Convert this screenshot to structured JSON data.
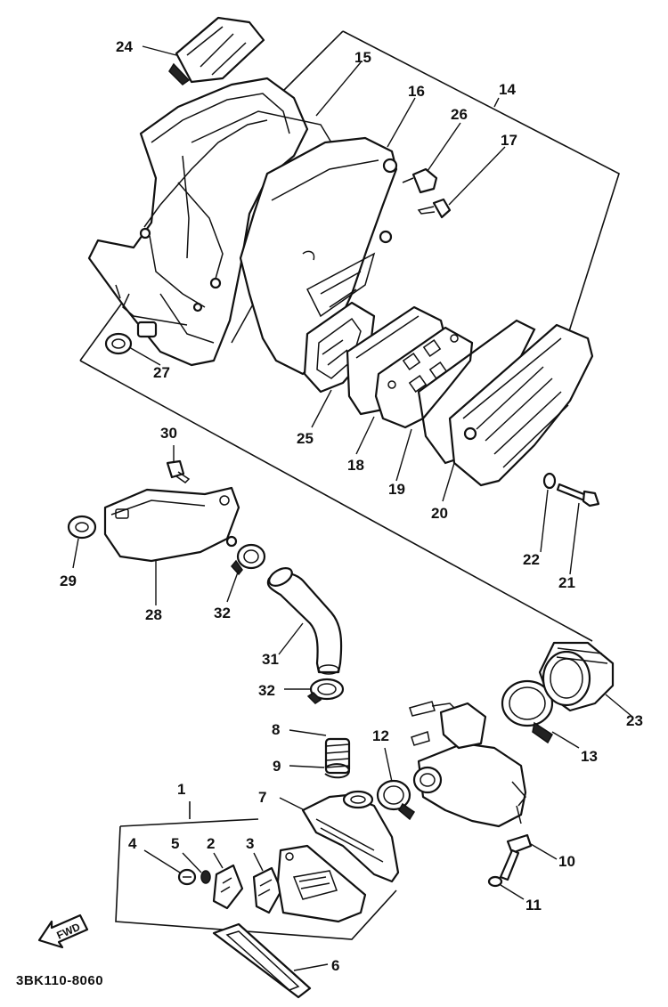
{
  "diagram": {
    "catalog_code": "3BK110-8060",
    "direction_marker": "FWD",
    "part_numbers": {
      "p1": "1",
      "p2": "2",
      "p3": "3",
      "p4": "4",
      "p5": "5",
      "p6": "6",
      "p7": "7",
      "p8": "8",
      "p9": "9",
      "p10": "10",
      "p11": "11",
      "p12": "12",
      "p13": "13",
      "p14": "14",
      "p15": "15",
      "p16": "16",
      "p17": "17",
      "p18": "18",
      "p19": "19",
      "p20": "20",
      "p21": "21",
      "p22": "22",
      "p23": "23",
      "p24": "24",
      "p25": "25",
      "p26": "26",
      "p27": "27",
      "p28": "28",
      "p29": "29",
      "p30": "30",
      "p31": "31",
      "p32a": "32",
      "p32b": "32"
    }
  }
}
